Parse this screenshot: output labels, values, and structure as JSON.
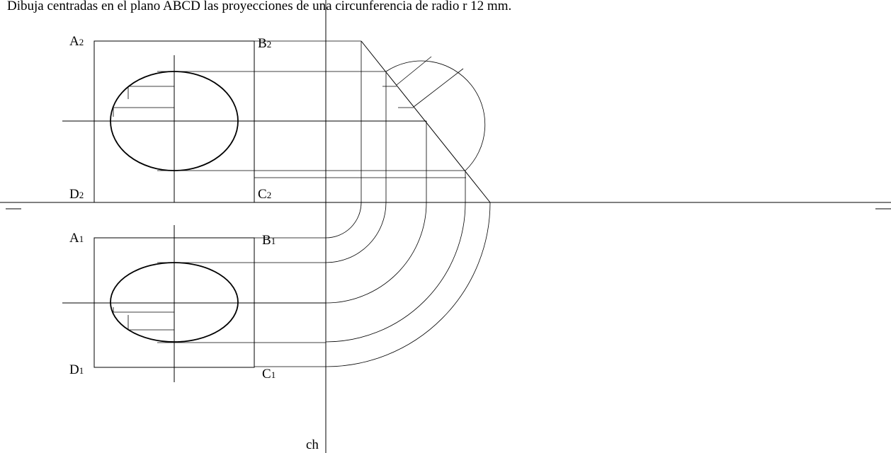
{
  "title": "Dibuja centradas en el plano ABCD las proyecciones de una circunferencia de radio r 12 mm.",
  "labels": {
    "a2": {
      "letter": "A",
      "sub": "2"
    },
    "b2": {
      "letter": "B",
      "sub": "2"
    },
    "c2": {
      "letter": "C",
      "sub": "2"
    },
    "d2": {
      "letter": "D",
      "sub": "2"
    },
    "a1": {
      "letter": "A",
      "sub": "1"
    },
    "b1": {
      "letter": "B",
      "sub": "1"
    },
    "c1": {
      "letter": "C",
      "sub": "1"
    },
    "d1": {
      "letter": "D",
      "sub": "1"
    },
    "ch": "ch"
  }
}
